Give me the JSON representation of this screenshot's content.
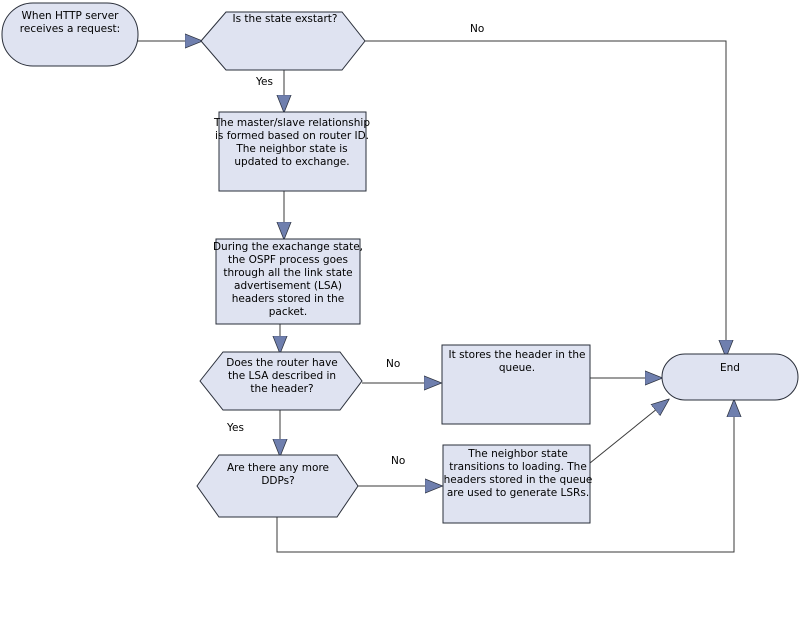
{
  "colors": {
    "shape_fill": "#dfe3f1",
    "shape_stroke": "#2a2f3a",
    "line": "#3a3a3a",
    "arrow_fill": "#6f7fae"
  },
  "nodes": {
    "start": "When HTTP server\nreceives a request:",
    "decision_state": "Is the state exstart?",
    "process_master_slave": "The master/slave relationship\nis formed based on router ID.\nThe neighbor state is\nupdated to exchange.",
    "process_exchange": "During the exachange state,\nthe OSPF process goes\nthrough all the link state\nadvertisement (LSA)\nheaders stored in the\npacket.",
    "decision_lsa": "Does the router have\nthe LSA described in\nthe header?",
    "decision_ddps": "Are there any more\nDDPs?",
    "process_queue": "It stores the header in the\nqueue.",
    "process_loading": "The neighbor state\ntransitions to loading. The\nheaders stored in the queue\nare used to generate LSRs.",
    "end": "End"
  },
  "edges": {
    "state_no": "No",
    "state_yes": "Yes",
    "lsa_no": "No",
    "lsa_yes": "Yes",
    "ddps_no": "No"
  }
}
